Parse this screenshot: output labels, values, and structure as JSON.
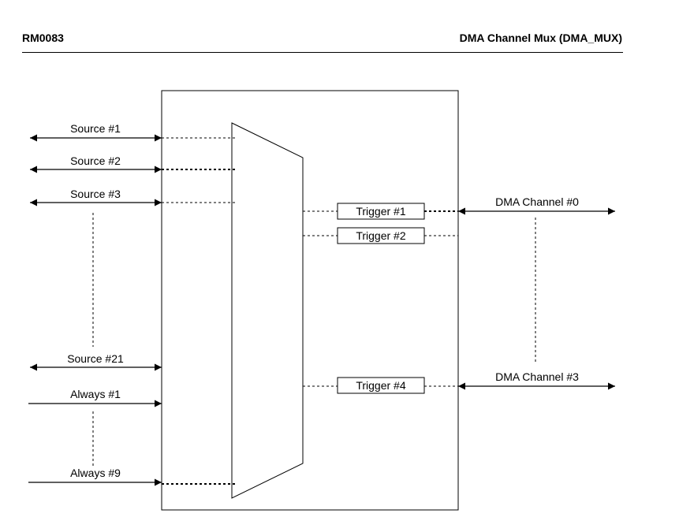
{
  "header": {
    "doc_id": "RM0083",
    "section_title": "DMA Channel Mux (DMA_MUX)"
  },
  "sources": [
    {
      "label": "Source #1"
    },
    {
      "label": "Source #2"
    },
    {
      "label": "Source #3"
    },
    {
      "label": "Source #21"
    },
    {
      "label": "Always #1"
    },
    {
      "label": "Always #9"
    }
  ],
  "triggers": [
    {
      "label": "Trigger #1"
    },
    {
      "label": "Trigger #2"
    },
    {
      "label": "Trigger #4"
    }
  ],
  "channels": [
    {
      "label": "DMA Channel #0"
    },
    {
      "label": "DMA Channel #3"
    }
  ]
}
